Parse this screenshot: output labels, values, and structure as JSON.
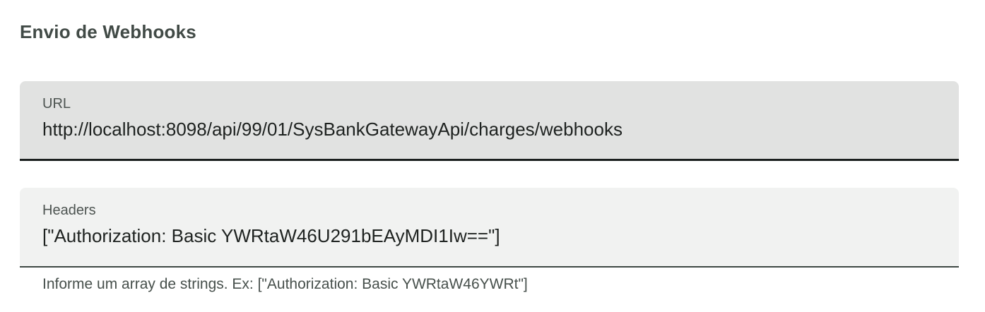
{
  "title": "Envio de Webhooks",
  "form": {
    "url_field": {
      "label": "URL",
      "value": "http://localhost:8098/api/99/01/SysBankGatewayApi/charges/webhooks"
    },
    "headers_field": {
      "label": "Headers",
      "value": "[\"Authorization: Basic YWRtaW46U291bEAyMDI1Iw==\"]",
      "helper": "Informe um array de strings. Ex: [\"Authorization: Basic YWRtaW46YWRt\"]"
    }
  },
  "colors": {
    "title": "#414a46",
    "label": "#4d5451",
    "value": "#1e2220",
    "helper": "#47504c",
    "url_field_bg": "#e1e2e1",
    "url_underline": "#1b1f1e",
    "headers_field_bg": "#f1f2f1",
    "headers_underline": "#3e4843",
    "page_bg": "#ffffff"
  }
}
